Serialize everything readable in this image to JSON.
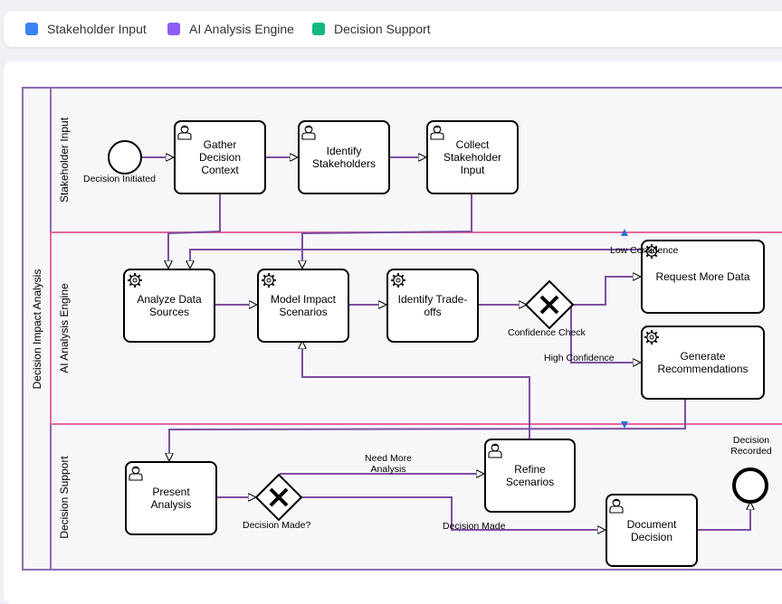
{
  "legend": [
    {
      "label": "Stakeholder Input",
      "color": "#3b82f6"
    },
    {
      "label": "AI Analysis Engine",
      "color": "#8b5cf6"
    },
    {
      "label": "Decision Support",
      "color": "#10b981"
    }
  ],
  "diagram": {
    "pool": "Decision Impact Analysis",
    "lanes": {
      "stakeholder": "Stakeholder Input",
      "ai": "AI Analysis Engine",
      "support": "Decision Support"
    },
    "events": {
      "start": "Decision Initiated",
      "end": "Decision Recorded"
    },
    "tasks": {
      "gather": "Gather Decision Context",
      "identify_stakeholders": "Identify Stakeholders",
      "collect": "Collect Stakeholder Input",
      "analyze": "Analyze Data Sources",
      "model": "Model Impact Scenarios",
      "tradeoffs": "Identify Trade-offs",
      "request": "Request More Data",
      "generate": "Generate Recommendations",
      "present": "Present Analysis",
      "refine": "Refine Scenarios",
      "document": "Document Decision"
    },
    "gateways": {
      "confidence": "Confidence Check",
      "decision": "Decision Made?"
    },
    "flows": {
      "low": "Low Confidence",
      "high": "High Confidence",
      "need_more": "Need More Analysis",
      "made": "Decision Made"
    }
  },
  "colors": {
    "flow": "#7b4fa0",
    "pool_border": "#8e6bb2",
    "lane_ai_border": "#e8679f",
    "lane_fill": "#f7f7fa"
  }
}
